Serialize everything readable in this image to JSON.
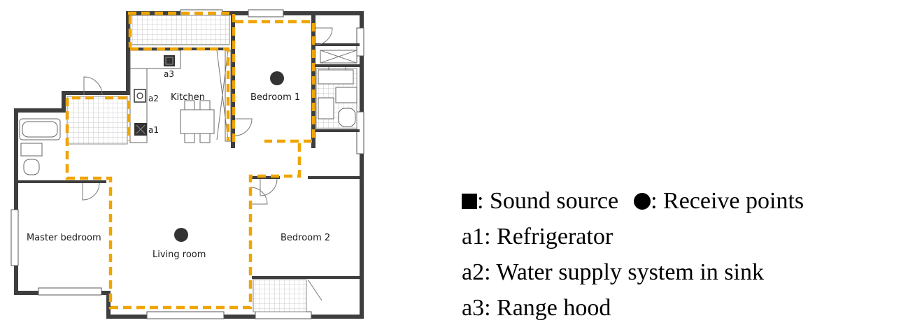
{
  "rooms": {
    "kitchen": "Kitchen",
    "bedroom1": "Bedroom 1",
    "bedroom2": "Bedroom 2",
    "master": "Master bedroom",
    "living": "Living room"
  },
  "sources": {
    "a1": "a1",
    "a2": "a2",
    "a3": "a3"
  },
  "legend": {
    "source_label": ": Sound source",
    "receive_label": ": Receive points",
    "a1": "a1: Refrigerator",
    "a2": "a2: Water supply system in sink",
    "a3": "a3: Range hood"
  },
  "colors": {
    "boundary": "#f0a400",
    "walls": "#3e3e3e",
    "markers": "#333333"
  }
}
